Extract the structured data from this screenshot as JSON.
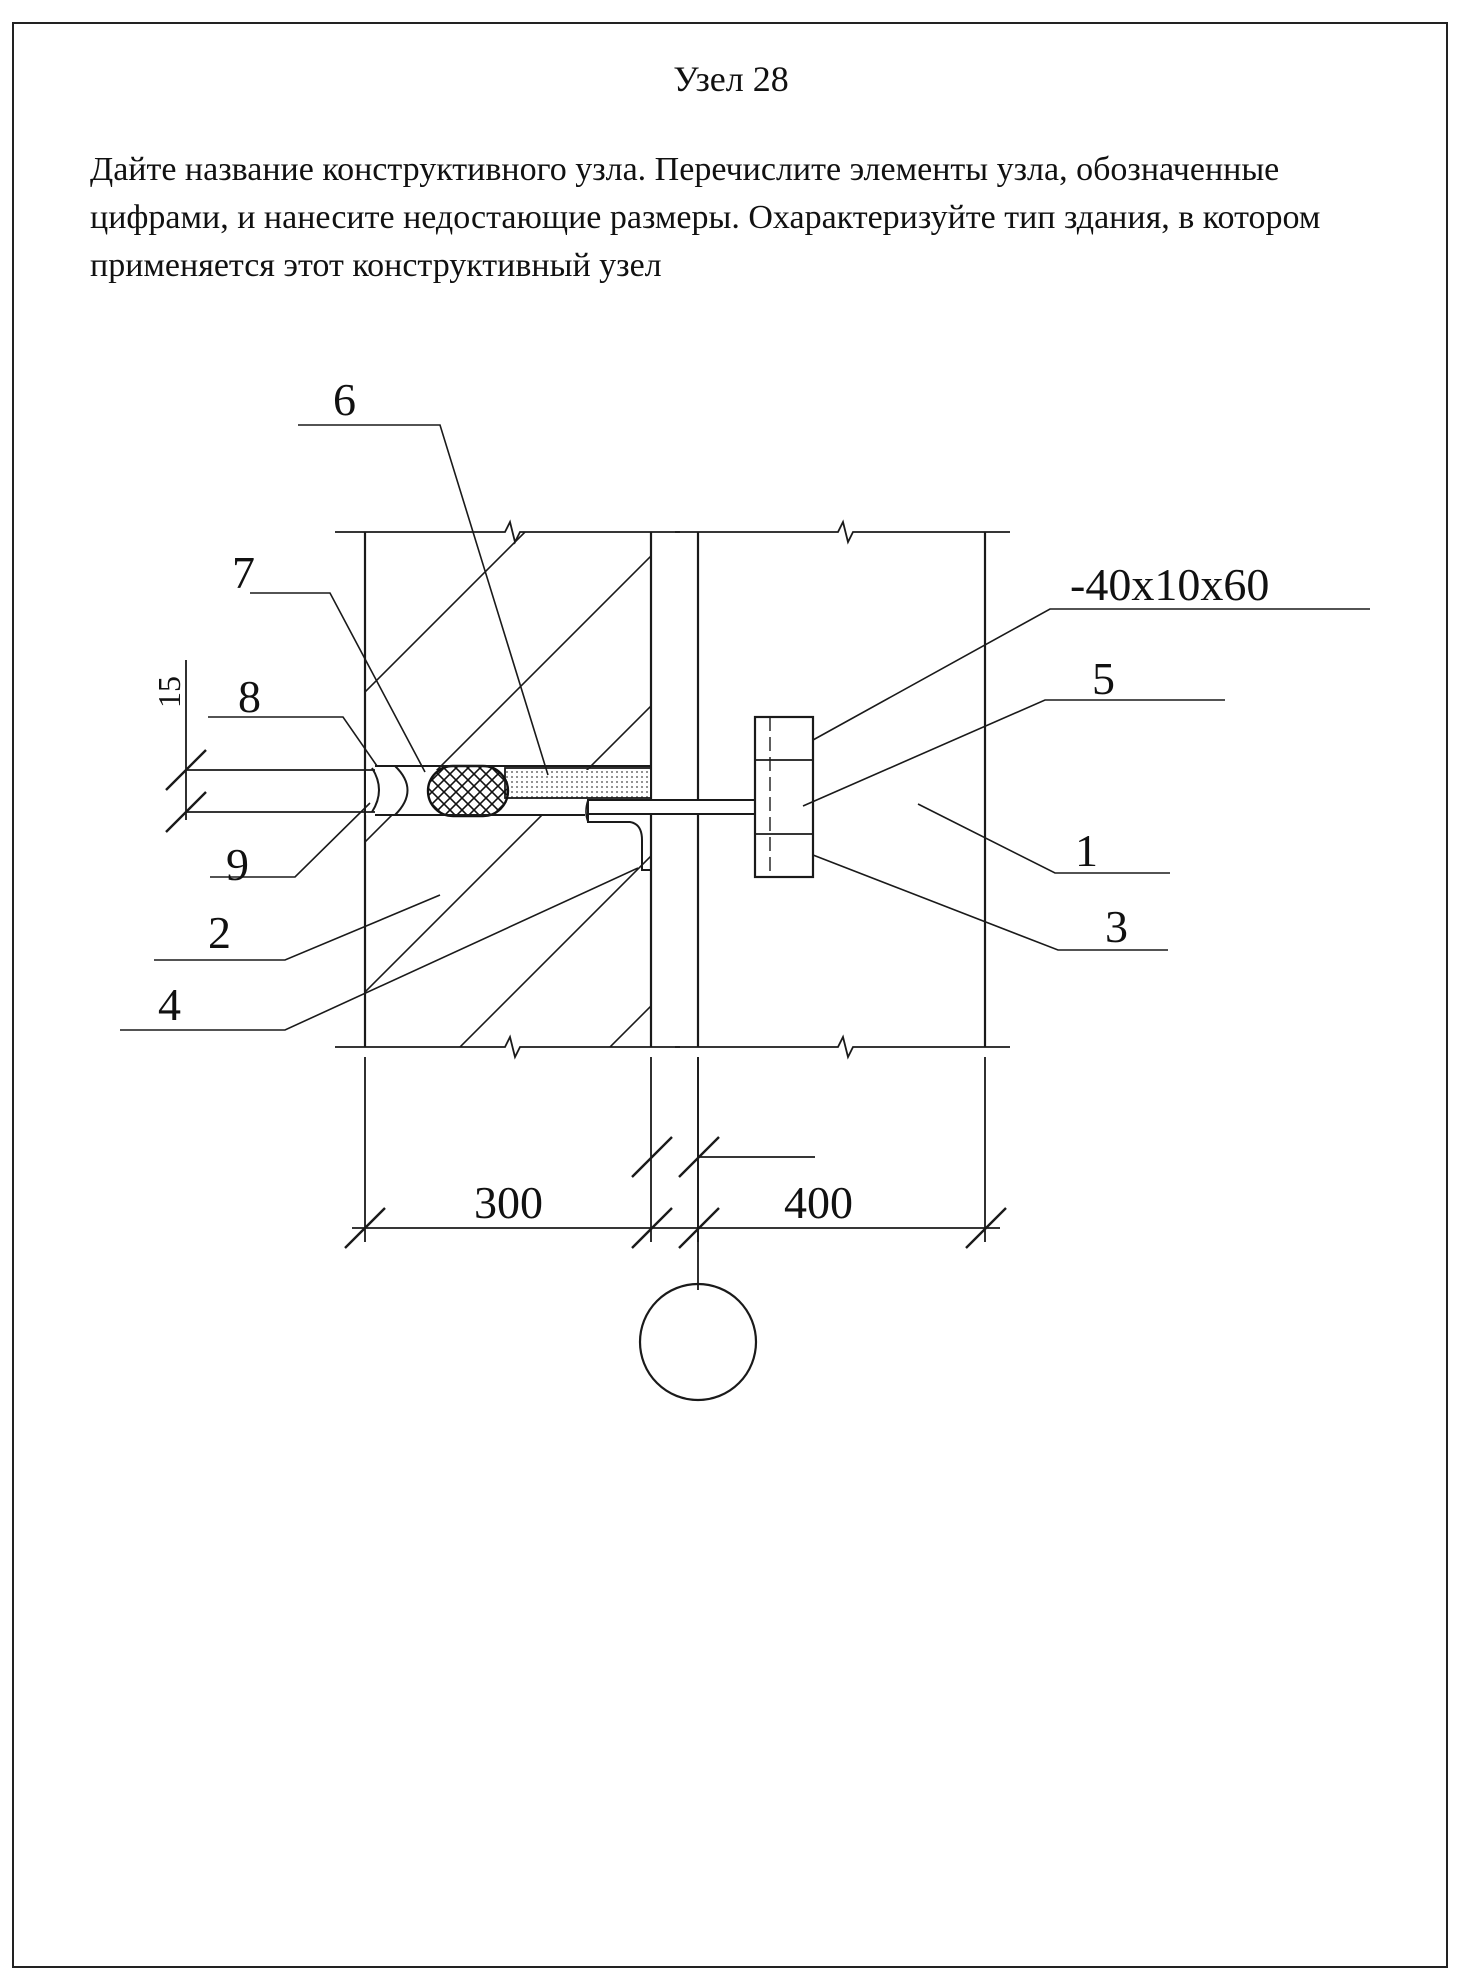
{
  "title": "Узел 28",
  "task_lines": [
    "Дайте название конструктивного узла. Перечислите элементы узла, обозначенные",
    "цифрами, и нанесите недостающие размеры.  Охарактеризуйте тип здания, в котором",
    "применяется этот конструктивный узел"
  ],
  "drawing": {
    "callouts": {
      "n1": "1",
      "n2": "2",
      "n3": "3",
      "n4": "4",
      "n5": "5",
      "n6": "6",
      "n7": "7",
      "n8": "8",
      "n9": "9"
    },
    "plate_spec": "-40x10x60",
    "dimensions": {
      "left_wall": "300",
      "right_wall": "400",
      "joint": "15"
    },
    "colors": {
      "line": "#1a1a1a",
      "paper": "#ffffff"
    }
  }
}
